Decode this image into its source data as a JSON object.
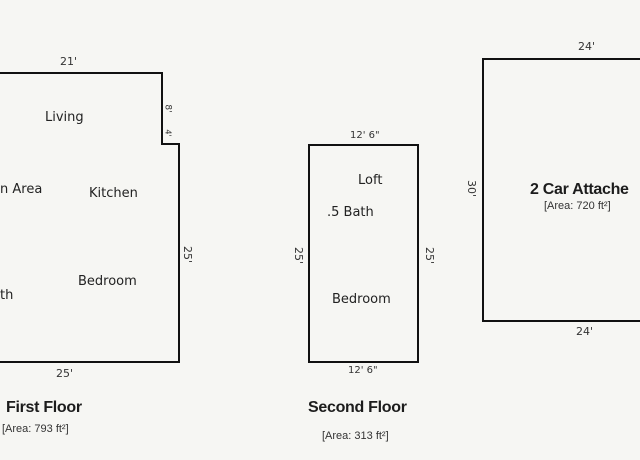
{
  "first_floor": {
    "title": "First Floor",
    "area": "[Area: 793 ft²]",
    "dim_top": "21'",
    "dim_bottom": "25'",
    "dim_right": "25'",
    "dim_notch": "8'",
    "dim_notch_small": "4'",
    "rooms": {
      "living": "Living",
      "dining": "n Area",
      "kitchen": "Kitchen",
      "bedroom": "Bedroom",
      "bath": "th"
    }
  },
  "second_floor": {
    "title": "Second Floor",
    "area": "[Area: 313 ft²]",
    "dim_top": "12' 6\"",
    "dim_bottom": "12' 6\"",
    "dim_left": "25'",
    "dim_right": "25'",
    "rooms": {
      "loft": "Loft",
      "bath": ".5 Bath",
      "bedroom": "Bedroom"
    }
  },
  "garage": {
    "title": "2 Car Attache",
    "area": "[Area: 720 ft²]",
    "dim_top": "24'",
    "dim_bottom": "24'",
    "dim_left": "30'"
  }
}
